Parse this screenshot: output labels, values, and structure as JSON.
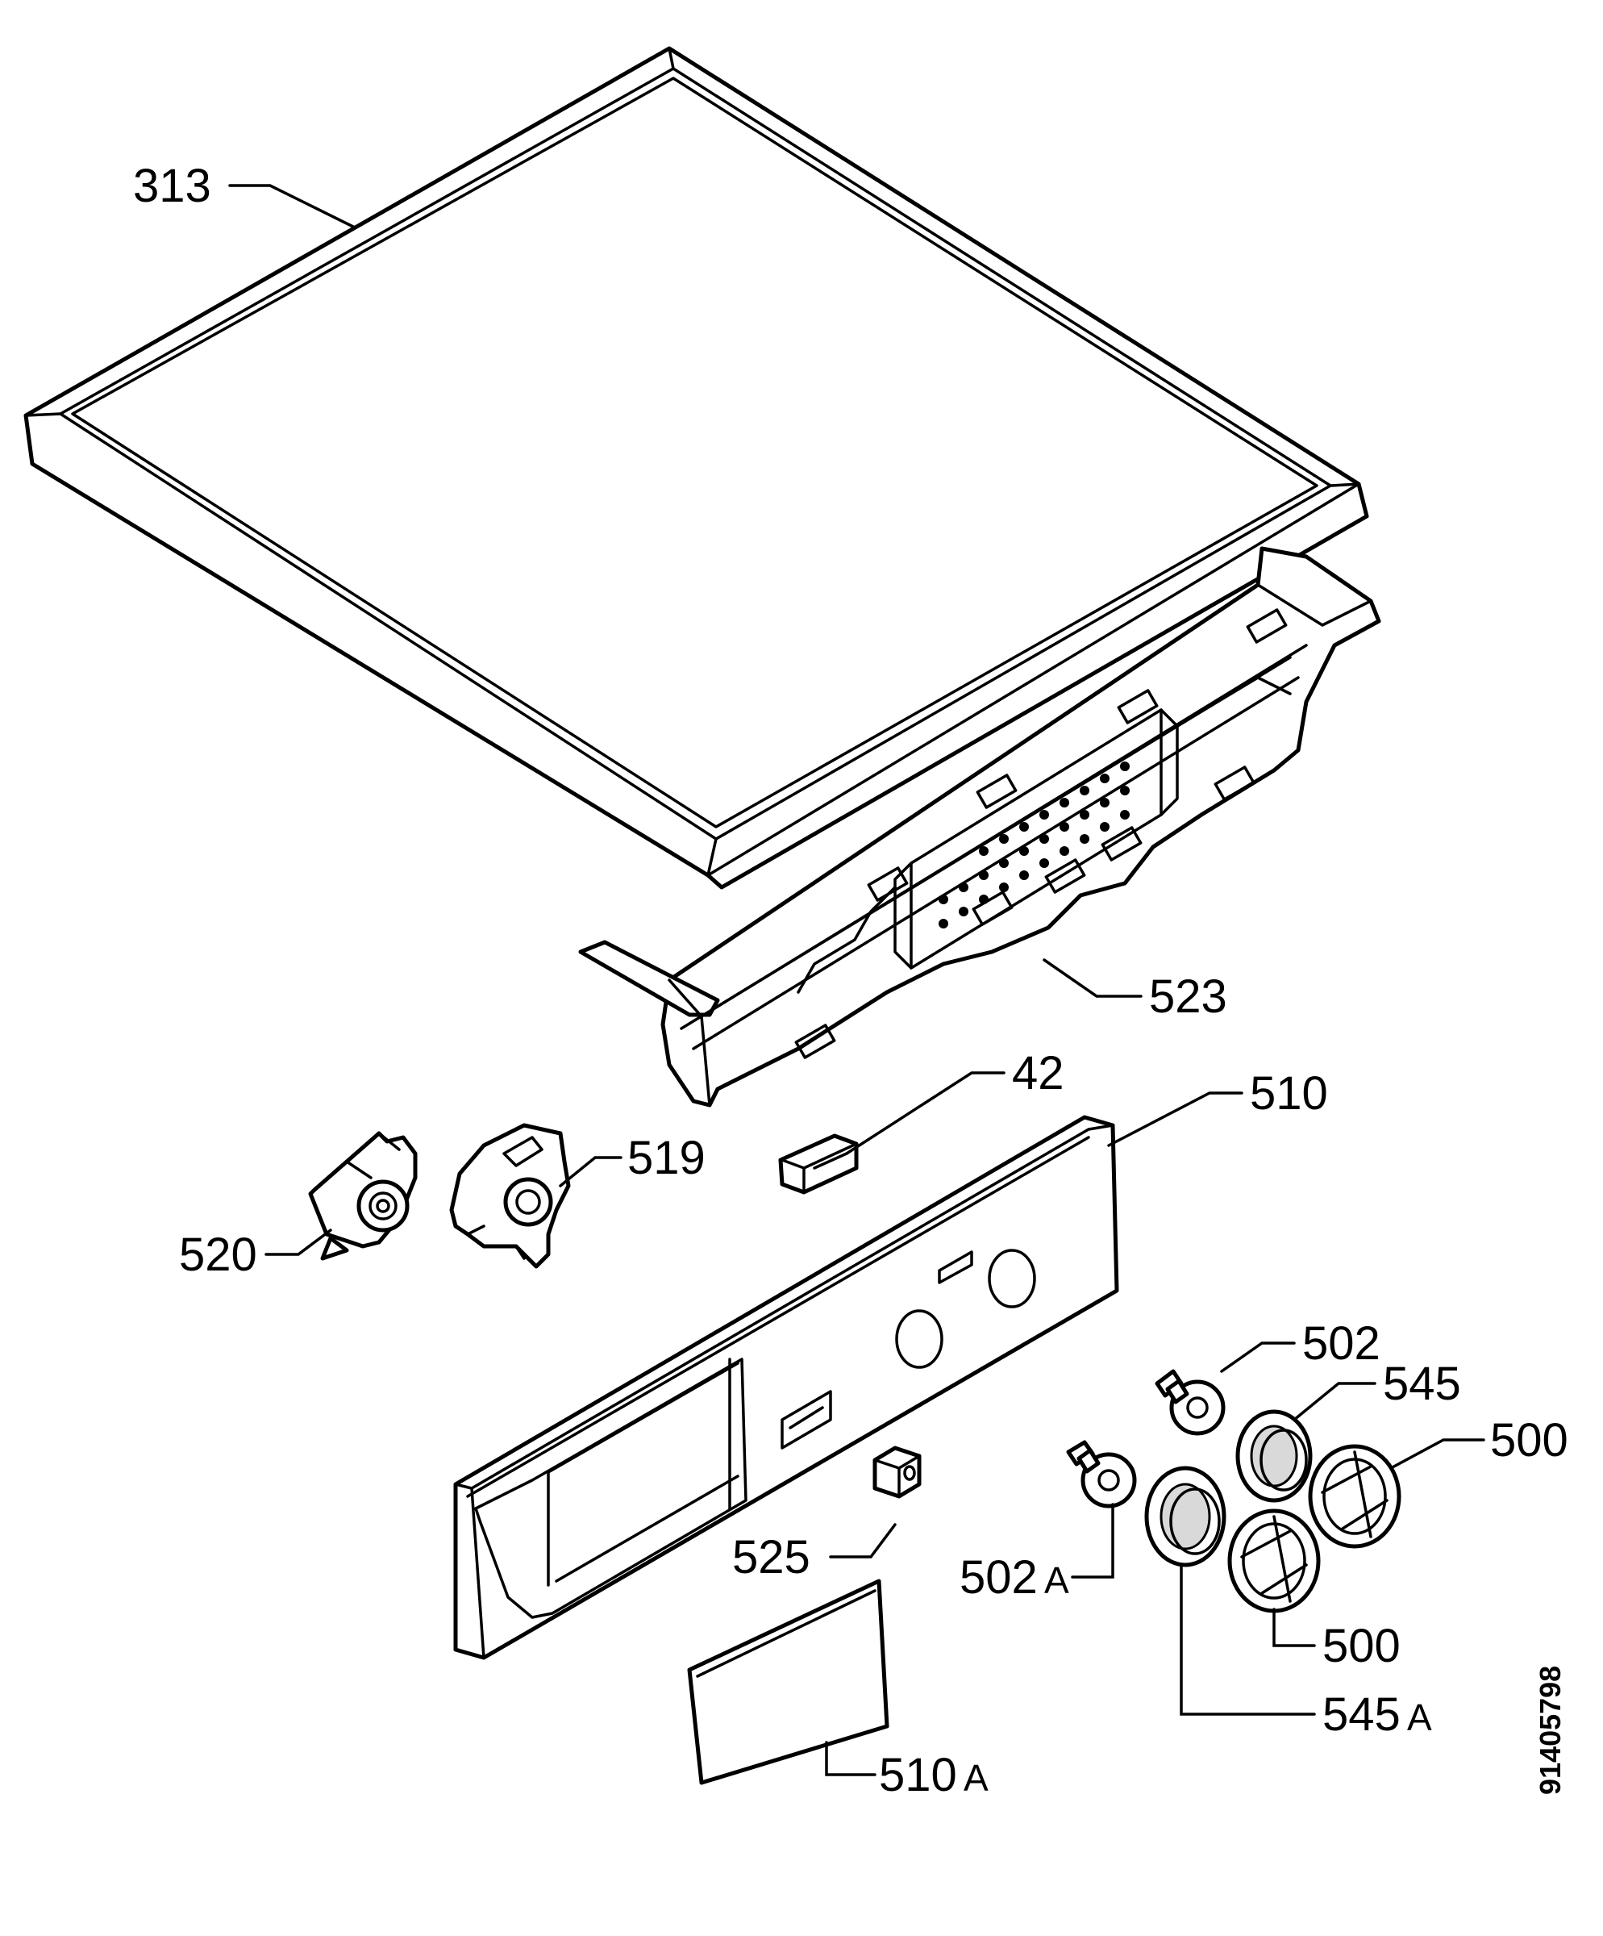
{
  "document_number": "91405798",
  "labels": [
    {
      "id": "313",
      "text": "313",
      "suffix": ""
    },
    {
      "id": "523",
      "text": "523",
      "suffix": ""
    },
    {
      "id": "42",
      "text": "42",
      "suffix": ""
    },
    {
      "id": "510",
      "text": "510",
      "suffix": ""
    },
    {
      "id": "519",
      "text": "519",
      "suffix": ""
    },
    {
      "id": "520",
      "text": "520",
      "suffix": ""
    },
    {
      "id": "502",
      "text": "502",
      "suffix": ""
    },
    {
      "id": "545",
      "text": "545",
      "suffix": ""
    },
    {
      "id": "500-right",
      "text": "500",
      "suffix": ""
    },
    {
      "id": "525",
      "text": "525",
      "suffix": ""
    },
    {
      "id": "502A",
      "text": "502",
      "suffix": "A"
    },
    {
      "id": "500-bottom",
      "text": "500",
      "suffix": ""
    },
    {
      "id": "545A",
      "text": "545",
      "suffix": "A"
    },
    {
      "id": "510A",
      "text": "510",
      "suffix": "A"
    }
  ]
}
